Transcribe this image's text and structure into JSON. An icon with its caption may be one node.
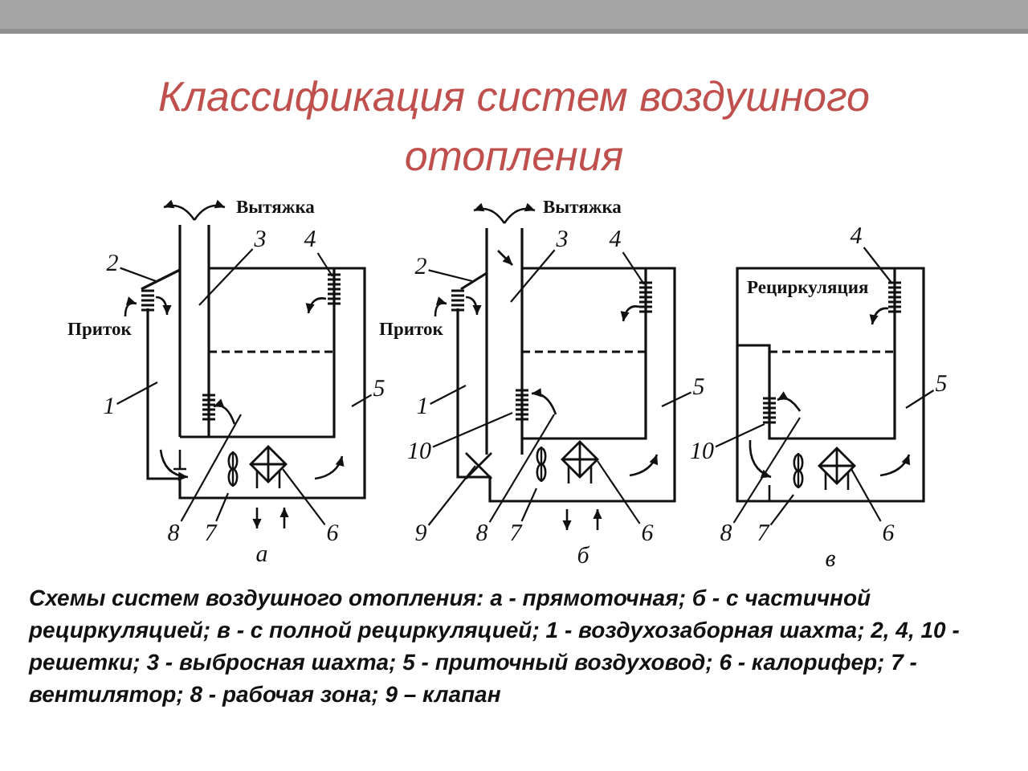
{
  "diagram": {
    "title": "Классификация систем воздушного отопления",
    "caption": "Схемы систем воздушного отопления: а - прямоточная; б - с частичной рециркуляцией; в - с полной рециркуляцией; 1 - воздухозаборная шахта; 2, 4, 10 - решетки; 3 - выбросная шахта; 5 - приточный воздуховод; 6 - калорифер; 7 - вентилятор; 8 - рабочая зона; 9 – клапан",
    "nodes": [
      {
        "text": [
          "3"
        ]
      },
      {
        "text": [
          "4"
        ]
      },
      {
        "text": [
          "2"
        ]
      },
      {
        "text": [
          "1"
        ]
      },
      {
        "text": [
          "5"
        ]
      },
      {
        "text": [
          "8"
        ]
      },
      {
        "text": [
          "7"
        ]
      },
      {
        "text": [
          "6"
        ]
      },
      {
        "text": [
          "3"
        ]
      },
      {
        "text": [
          "4"
        ]
      },
      {
        "text": [
          "2"
        ]
      },
      {
        "text": [
          "1"
        ]
      },
      {
        "text": [
          "5"
        ]
      },
      {
        "text": [
          "10"
        ]
      },
      {
        "text": [
          "9"
        ]
      },
      {
        "text": [
          "8"
        ]
      },
      {
        "text": [
          "7"
        ]
      },
      {
        "text": [
          "6"
        ]
      },
      {
        "text": [
          "4"
        ]
      },
      {
        "text": [
          "5"
        ]
      },
      {
        "text": [
          "10"
        ]
      },
      {
        "text": [
          "8"
        ]
      },
      {
        "text": [
          "7"
        ]
      },
      {
        "text": [
          "6"
        ]
      }
    ],
    "edges": [
      {
        "from": 0,
        "to": null,
        "arrow": "none"
      },
      {
        "from": 1,
        "to": null,
        "arrow": "none"
      },
      {
        "from": 2,
        "to": null,
        "arrow": "none"
      },
      {
        "from": 3,
        "to": null,
        "arrow": "none"
      },
      {
        "from": 4,
        "to": null,
        "arrow": "none"
      },
      {
        "from": 5,
        "to": null,
        "arrow": "none"
      },
      {
        "from": 6,
        "to": null,
        "arrow": "none"
      },
      {
        "from": 7,
        "to": null,
        "arrow": "none"
      },
      {
        "from": 8,
        "to": null,
        "arrow": "none"
      },
      {
        "from": 9,
        "to": null,
        "arrow": "none"
      },
      {
        "from": 10,
        "to": null,
        "arrow": "none"
      },
      {
        "from": 11,
        "to": null,
        "arrow": "none"
      },
      {
        "from": 12,
        "to": null,
        "arrow": "none"
      },
      {
        "from": 13,
        "to": null,
        "arrow": "none"
      },
      {
        "from": 14,
        "to": null,
        "arrow": "none"
      },
      {
        "from": 15,
        "to": null,
        "arrow": "none"
      },
      {
        "from": 16,
        "to": null,
        "arrow": "none"
      },
      {
        "from": 17,
        "to": null,
        "arrow": "none"
      },
      {
        "from": 18,
        "to": null,
        "arrow": "none"
      },
      {
        "from": 19,
        "to": null,
        "arrow": "none"
      },
      {
        "from": 20,
        "to": null,
        "arrow": "none"
      },
      {
        "from": 21,
        "to": null,
        "arrow": "none"
      },
      {
        "from": 22,
        "to": null,
        "arrow": "none"
      },
      {
        "from": 23,
        "to": null,
        "arrow": "none"
      }
    ],
    "labels": [
      "Вытяжка",
      "Приток",
      "а",
      "Вытяжка",
      "Приток",
      "б",
      "Рециркуляция",
      "в"
    ]
  }
}
